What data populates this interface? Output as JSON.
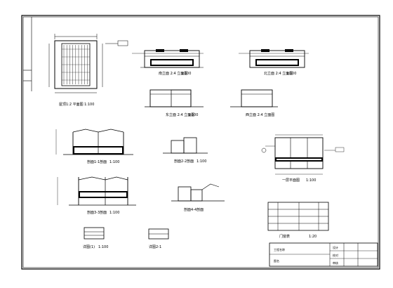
{
  "drawing": {
    "views": [
      {
        "id": "plan-top",
        "label": "屋顶1:2 平面图",
        "scale": "1:100"
      },
      {
        "id": "elev-a",
        "label": "南立面 2:4 立面图",
        "scale": "1:100"
      },
      {
        "id": "elev-b",
        "label": "北立面 2:4 立面图",
        "scale": "1:100"
      },
      {
        "id": "elev-c",
        "label": "东立面 2:4 立面图",
        "scale": "1:100"
      },
      {
        "id": "elev-d",
        "label": "西立面 2:4 立面图",
        "scale": ""
      },
      {
        "id": "sect-1",
        "label": "剖面1-1剖面",
        "scale": "1:100"
      },
      {
        "id": "sect-2",
        "label": "剖面2-2剖面",
        "scale": "1:100"
      },
      {
        "id": "sect-3",
        "label": "剖面3-3剖面",
        "scale": "1:100"
      },
      {
        "id": "sect-4",
        "label": "剖面4-4剖面",
        "scale": ""
      },
      {
        "id": "plan-floor",
        "label": "一层平面图",
        "scale": "1:100"
      },
      {
        "id": "detail-a",
        "label": "详图(1)",
        "scale": "1:100"
      },
      {
        "id": "detail-b",
        "label": "详图2-1",
        "scale": ""
      },
      {
        "id": "table",
        "label": "门窗表",
        "scale": "1:20"
      }
    ],
    "title_block": {
      "rows": [
        "工程名称",
        "图名",
        "设计",
        "校对",
        "审核"
      ]
    }
  }
}
